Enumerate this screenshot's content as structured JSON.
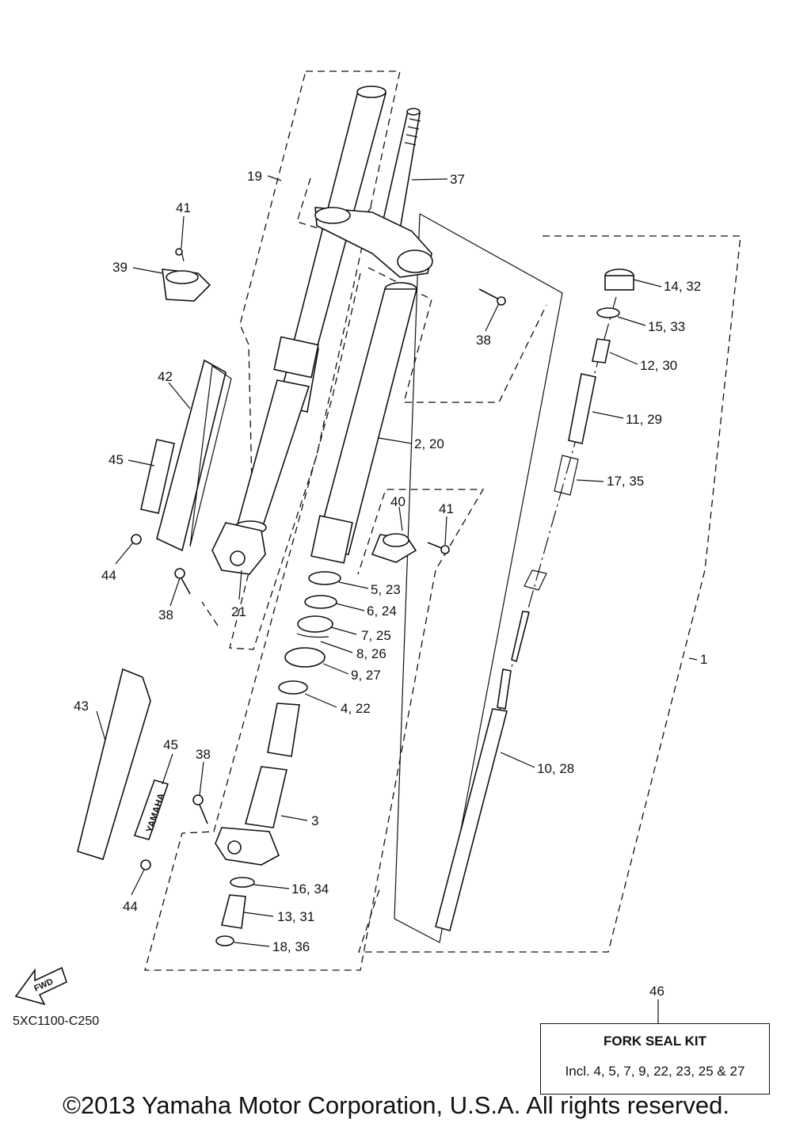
{
  "labels": {
    "p19": "19",
    "p37": "37",
    "p41a": "41",
    "p39": "39",
    "p14_32": "14, 32",
    "p15_33": "15, 33",
    "p38a": "38",
    "p12_30": "12, 30",
    "p42": "42",
    "p11_29": "11, 29",
    "p2_20": "2, 20",
    "p45a": "45",
    "p17_35": "17, 35",
    "p40": "40",
    "p41b": "41",
    "p44a": "44",
    "p5_23": "5, 23",
    "p38b": "38",
    "p21": "21",
    "p6_24": "6, 24",
    "p7_25": "7, 25",
    "p8_26": "8, 26",
    "p1": "1",
    "p9_27": "9, 27",
    "p43": "43",
    "p4_22": "4, 22",
    "p45b": "45",
    "p38c": "38",
    "p10_28": "10, 28",
    "p3": "3",
    "p44b": "44",
    "p16_34": "16, 34",
    "p13_31": "13, 31",
    "p18_36": "18, 36",
    "p46": "46"
  },
  "decal_text": "YAMAHA",
  "fwd_text": "FWD",
  "diagram_code": "5XC1100-C250",
  "kit": {
    "title": "FORK SEAL KIT",
    "description": "Incl. 4, 5, 7, 9, 22, 23, 25 & 27"
  },
  "copyright": "©2013 Yamaha Motor Corporation, U.S.A. All rights reserved."
}
